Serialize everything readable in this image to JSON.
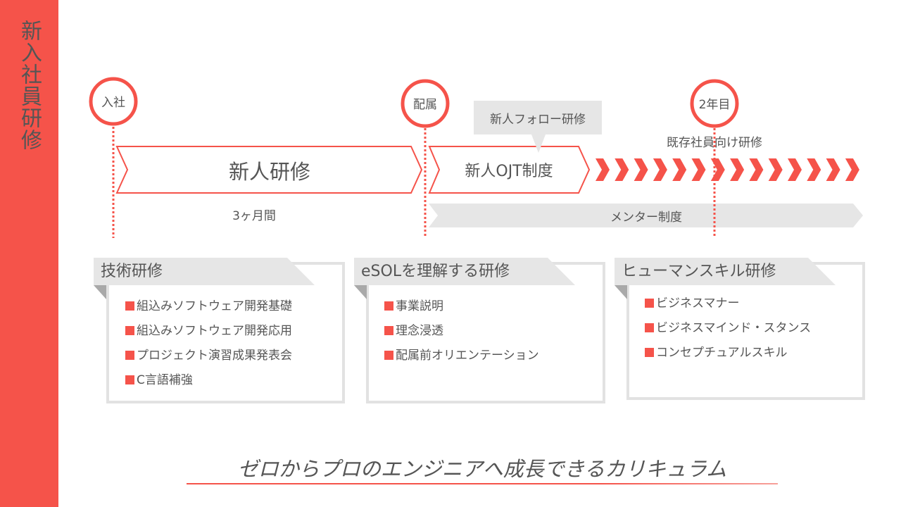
{
  "sidebar": {
    "title": "新入社員研修"
  },
  "timeline": {
    "milestones": [
      "入社",
      "配属",
      "2年目"
    ],
    "phase1": {
      "label": "新人研修",
      "duration": "3ヶ月間"
    },
    "phase2": {
      "label": "新人OJT制度"
    },
    "callout": "新人フォロー研修",
    "existing_training": "既存社員向け研修",
    "mentor": "メンター制度"
  },
  "cards": [
    {
      "title": "技術研修",
      "items": [
        "組込みソフトウェア開発基礎",
        "組込みソフトウェア開発応用",
        "プロジェクト演習成果発表会",
        "C言語補強"
      ]
    },
    {
      "title": "eSOLを理解する研修",
      "items": [
        "事業説明",
        "理念浸透",
        "配属前オリエンテーション"
      ]
    },
    {
      "title": "ヒューマンスキル研修",
      "items": [
        "ビジネスマナー",
        "ビジネスマインド・スタンス",
        "コンセプチュアルスキル"
      ]
    }
  ],
  "tagline": "ゼロからプロのエンジニアへ成長できるカリキュラム",
  "colors": {
    "accent": "#f5534a",
    "grey": "#e6e6e6",
    "text": "#555555"
  }
}
